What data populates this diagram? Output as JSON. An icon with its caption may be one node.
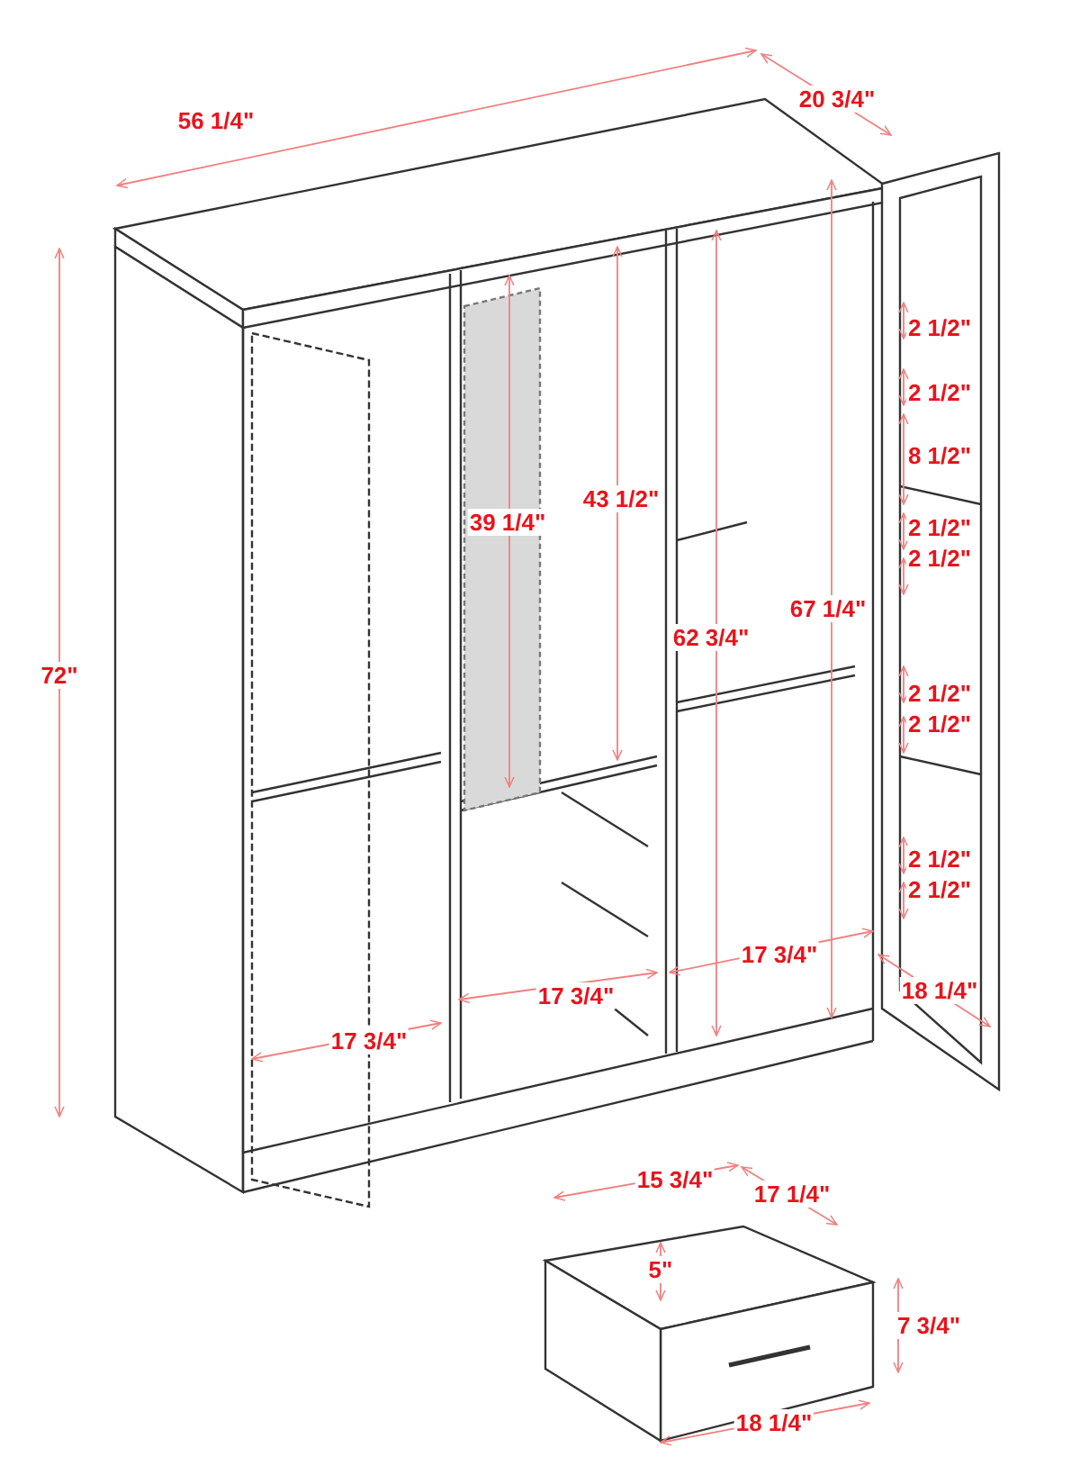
{
  "diagram": {
    "labels": [
      "20 3/4\"",
      "56 1/4\"",
      "2 1/2\"",
      "2 1/2\"",
      "8 1/2\"",
      "43 1/2\"",
      "39 1/4\"",
      "2 1/2\"",
      "2 1/2\"",
      "67 1/4\"",
      "62 3/4\"",
      "72\"",
      "2 1/2\"",
      "2 1/2\"",
      "2 1/2\"",
      "2 1/2\"",
      "17 3/4\"",
      "18 1/4\"",
      "17 3/4\"",
      "17 3/4\"",
      "15 3/4\"",
      "17 1/4\"",
      "5\"",
      "7 3/4\"",
      "18 1/4\""
    ]
  }
}
